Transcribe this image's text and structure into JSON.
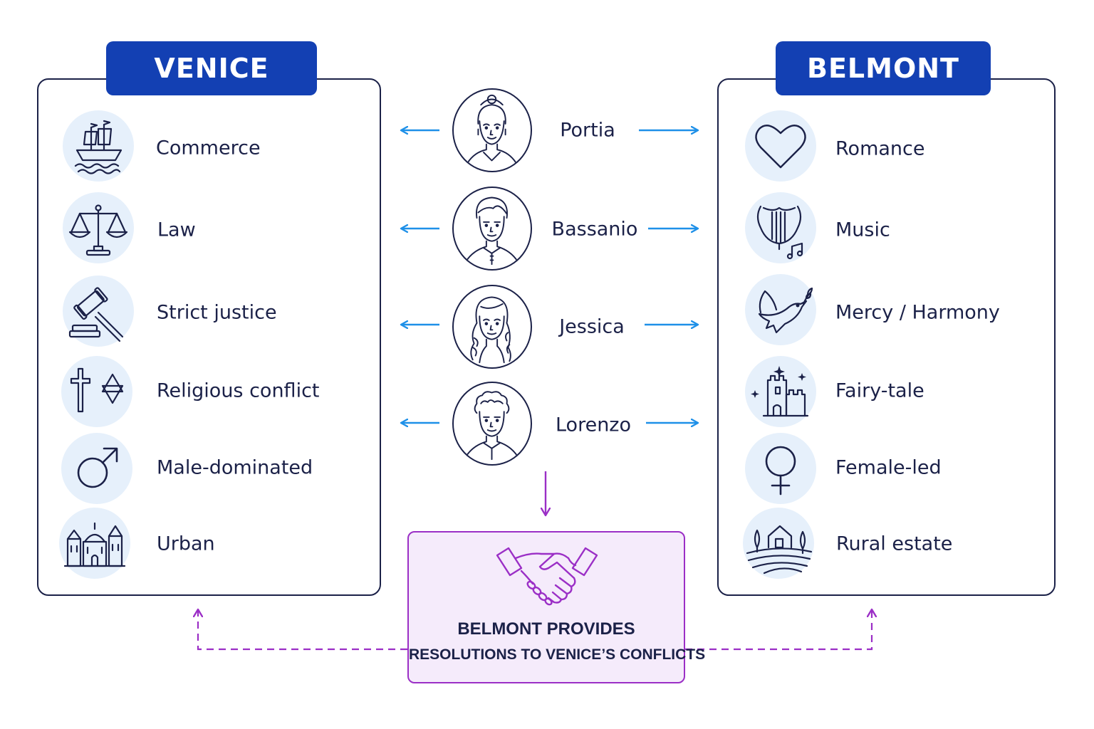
{
  "venice": {
    "title": "VENICE",
    "items": [
      {
        "label": "Commerce",
        "icon": "ship-icon"
      },
      {
        "label": "Law",
        "icon": "scales-icon"
      },
      {
        "label": "Strict justice",
        "icon": "gavel-icon"
      },
      {
        "label": "Religious conflict",
        "icon": "cross-star-of-david-icon"
      },
      {
        "label": "Male-dominated",
        "icon": "male-symbol-icon"
      },
      {
        "label": "Urban",
        "icon": "city-buildings-icon"
      }
    ]
  },
  "belmont": {
    "title": "BELMONT",
    "items": [
      {
        "label": "Romance",
        "icon": "heart-icon"
      },
      {
        "label": "Music",
        "icon": "lyre-icon"
      },
      {
        "label": "Mercy / Harmony",
        "icon": "dove-icon"
      },
      {
        "label": "Fairy-tale",
        "icon": "castle-icon"
      },
      {
        "label": "Female-led",
        "icon": "female-symbol-icon"
      },
      {
        "label": "Rural estate",
        "icon": "farmhouse-icon"
      }
    ]
  },
  "characters": [
    {
      "name": "Portia",
      "icon": "woman-portrait-icon"
    },
    {
      "name": "Bassanio",
      "icon": "man-portrait-icon"
    },
    {
      "name": "Jessica",
      "icon": "woman-braid-portrait-icon"
    },
    {
      "name": "Lorenzo",
      "icon": "curly-man-portrait-icon"
    }
  ],
  "resolution": {
    "line1": "BELMONT PROVIDES",
    "line2": "RESOLUTIONS TO VENICE’S CONFLICTS",
    "icon": "handshake-icon"
  },
  "colors": {
    "title_bg": "#1340b3",
    "outline": "#1b2148",
    "arrow_blue": "#1e90e8",
    "purple": "#9b2fc6",
    "icon_bg": "#e6f0fb",
    "resolution_bg": "#f5ebfb"
  }
}
